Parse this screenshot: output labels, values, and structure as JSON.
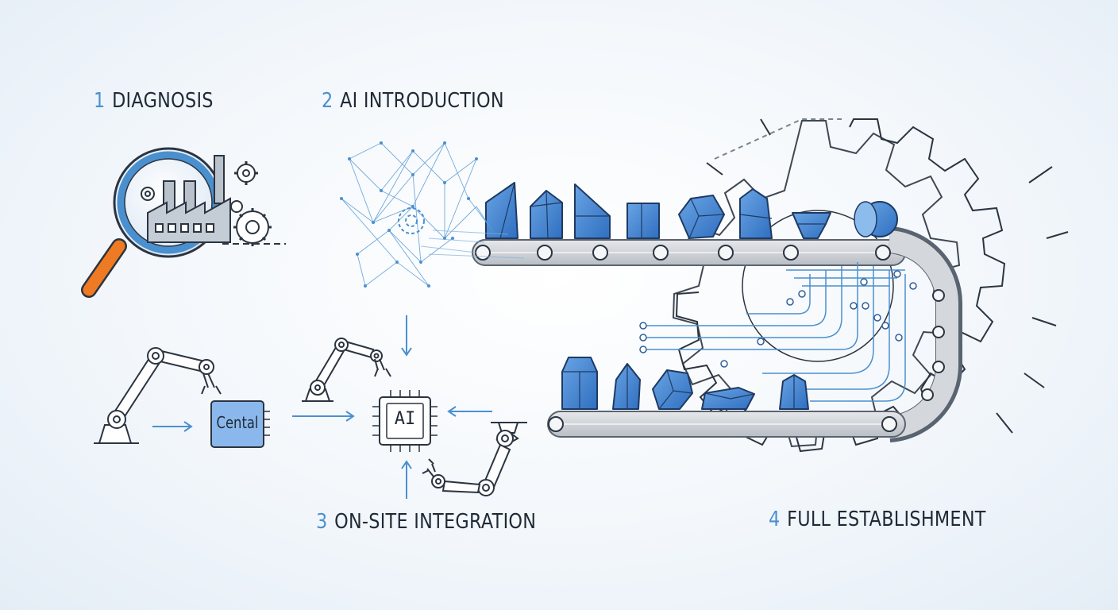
{
  "steps": [
    {
      "number": "1",
      "title": "DIAGNOSIS"
    },
    {
      "number": "2",
      "title": "AI INTRODUCTION"
    },
    {
      "number": "3",
      "title": "ON-SITE INTEGRATION"
    },
    {
      "number": "4",
      "title": "FULL ESTABLISHMENT"
    }
  ],
  "central_box_label": "Cental",
  "ai_chip_label": "AI",
  "colors": {
    "accent": "#4a90cf",
    "block_blue": "#3f82d2",
    "line": "#2b3440",
    "handle": "#ee7b24",
    "belt": "#d0d3d8"
  },
  "icons": [
    "magnifier-icon",
    "factory-icon",
    "gear-icon",
    "robot-arm-icon",
    "ai-chip-icon",
    "neural-network-icon",
    "conveyor-belt-icon",
    "large-gear-icon",
    "circuit-trace-icon"
  ]
}
